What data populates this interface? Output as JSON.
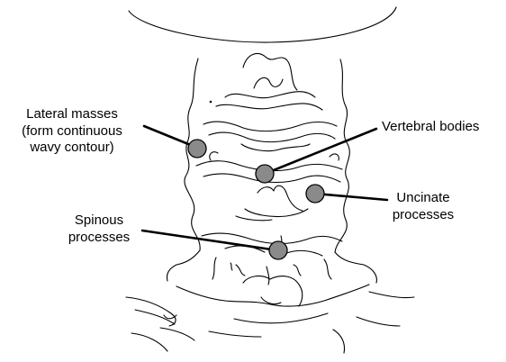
{
  "labels": {
    "lateral_masses": [
      "Lateral masses",
      "(form continuous",
      "wavy contour)"
    ],
    "vertebral_bodies": [
      "Vertebral bodies"
    ],
    "uncinate_processes": [
      "Uncinate",
      "processes"
    ],
    "spinous_processes": [
      "Spinous",
      "processes"
    ]
  },
  "colors": {
    "marker_fill": "#8a8a8a",
    "line": "#000000",
    "background": "#ffffff"
  }
}
